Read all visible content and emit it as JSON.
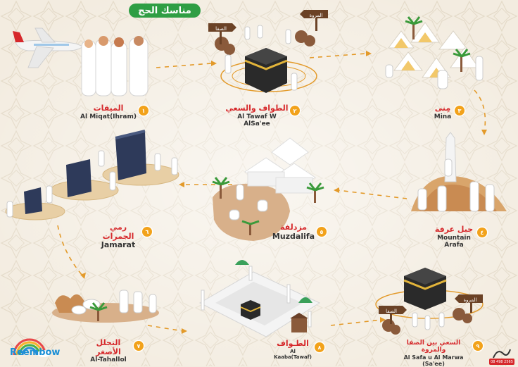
{
  "title": "مناسك الحج",
  "steps": [
    {
      "num": "١",
      "ar": "الميقات",
      "en": "Al Miqat(Ihram)"
    },
    {
      "num": "٢",
      "ar": "الطواف والسعي",
      "en": "Al Tawaf W AlSa'ee"
    },
    {
      "num": "٣",
      "ar": "مِنى",
      "en": "Mina"
    },
    {
      "num": "٤",
      "ar": "جبل عرفة",
      "en": "Mountain Arafa"
    },
    {
      "num": "٥",
      "ar": "مزدلفة",
      "en": "Muzdalifa"
    },
    {
      "num": "٦",
      "ar": "رمي الجمرات",
      "en": "Jamarat"
    },
    {
      "num": "٧",
      "ar": "التحلل الأصغر",
      "en": "Al-Tahallol"
    },
    {
      "num": "٨",
      "ar": "الطـواف",
      "en": "Al Kaaba(Tawaf)"
    },
    {
      "num": "٩",
      "ar": "السعي بين الصفا والمروة",
      "en": "Al Safa u Al Marwa (Sa'ee)"
    }
  ],
  "signs": {
    "safa": "الصفا",
    "marwa": "المروة"
  },
  "brand": {
    "logo": "Reembow",
    "phone": "08 498 2565"
  },
  "colors": {
    "path": "#e39a2a",
    "label_ar": "#d6282b",
    "badge": "#2f9e44",
    "number": "#f2a21b"
  }
}
